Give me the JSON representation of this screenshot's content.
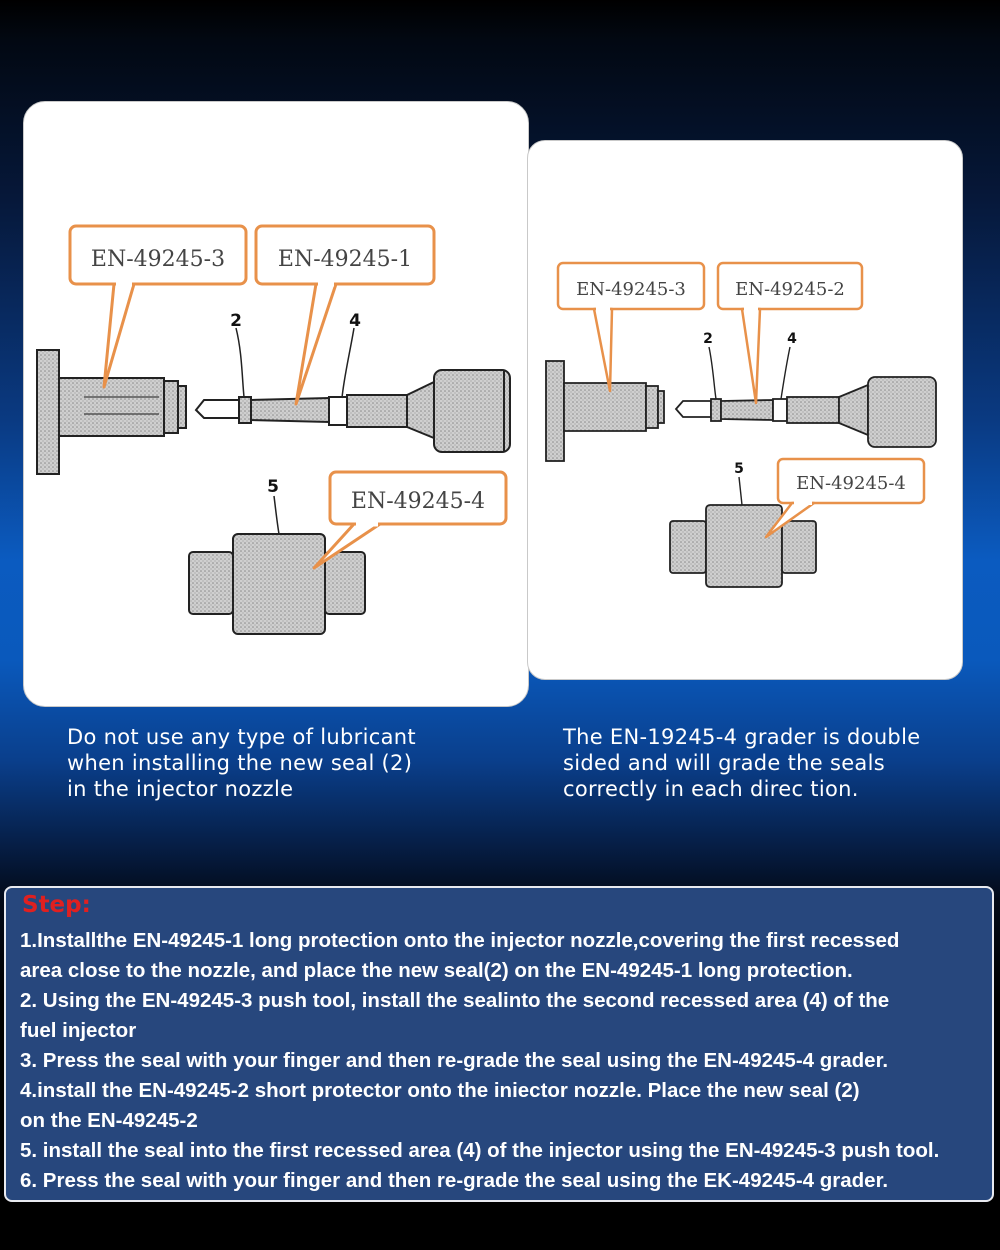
{
  "left_diagram": {
    "labels": [
      "EN-49245-3",
      "EN-49245-1",
      "EN-49245-4"
    ],
    "numbers": [
      "2",
      "4",
      "5"
    ]
  },
  "right_diagram": {
    "labels": [
      "EN-49245-3",
      "EN-49245-2",
      "EN-49245-4"
    ],
    "numbers": [
      "2",
      "4",
      "5"
    ]
  },
  "captions": {
    "left": [
      "Do not use any type of lubricant",
      "when installing the new seal (2)",
      "in the injector nozzle"
    ],
    "right": [
      "The EN-19245-4 grader is double",
      "sided and will grade the seals",
      "correctly in each direc tion."
    ]
  },
  "steps": {
    "title": "Step:",
    "lines": [
      "1.Installthe EN-49245-1 long protection onto the injector nozzle,covering the first recessed",
      "area close to the nozzle, and place the new seal(2) on the EN-49245-1 long protection.",
      "2. Using the EN-49245-3 push tool, install the sealinto the second recessed area (4) of the",
      "fuel injector",
      "3. Press the seal with your finger and then re-grade the seal using the EN-49245-4 grader.",
      "4.install the EN-49245-2 short protector onto the iniector nozzle. Place the new seal (2)",
      "on the EN-49245-2",
      "5. install the seal into the first recessed area (4) of the injector using the EN-49245-3 push tool.",
      "6. Press the seal with your finger and then re-grade the seal using the EK-49245-4 grader."
    ]
  },
  "colors": {
    "callout": "#e8914a",
    "step_title": "#e02020",
    "steps_bg": "#27477d"
  }
}
